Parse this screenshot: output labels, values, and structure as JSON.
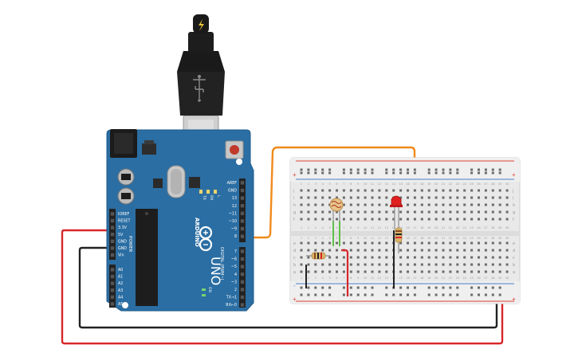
{
  "board": {
    "logo": "ARDUINO",
    "model": "UNO",
    "power_header_title": "POWER",
    "power_pins": [
      "IOREF",
      "RESET",
      "3.3V",
      "5V",
      "GND",
      "GND",
      "Vin"
    ],
    "analog_pins": [
      "A0",
      "A1",
      "A2",
      "A3",
      "A4",
      "A5"
    ],
    "digital_top_pins": [
      "AREF",
      "GND",
      "13",
      "12",
      "~11",
      "~10",
      "~9",
      "8"
    ],
    "digital_bottom_pins": [
      "7",
      "~6",
      "~5",
      "4",
      "~3",
      "2",
      "TX→1",
      "RX←0"
    ],
    "digital_header_title": "DIGITAL (PWM~)",
    "led_labels": [
      "TX",
      "RX",
      "L"
    ],
    "on_label": "ON",
    "colors": {
      "board": "#2b6ea3",
      "board_dark": "#245e8c",
      "header": "#222222"
    }
  },
  "usb": {
    "icon": "usb-plug-icon",
    "bolt_icon": "lightning-bolt-icon"
  },
  "breadboard": {
    "rail_plus": "+",
    "rail_minus": "-",
    "row_letters_top": [
      "j",
      "i",
      "h",
      "g",
      "f"
    ],
    "row_letters_bottom": [
      "e",
      "d",
      "c",
      "b",
      "a"
    ],
    "column_numbers": [
      "1",
      "2",
      "3",
      "4",
      "5",
      "6",
      "7",
      "8",
      "9",
      "10",
      "11",
      "12",
      "13",
      "14",
      "15",
      "16",
      "17",
      "18",
      "19",
      "20",
      "21",
      "22",
      "23",
      "24",
      "25",
      "26",
      "27",
      "28",
      "29",
      "30"
    ],
    "colors": {
      "body": "#e8e8e8",
      "rail_red": "#e0403a",
      "rail_blue": "#4a7fc4",
      "hole": "#6b6b6b"
    }
  },
  "components": {
    "photoresistor": {
      "icon": "photoresistor-icon"
    },
    "led": {
      "color": "#e02020",
      "icon": "led-icon"
    },
    "resistors": [
      "resistor-led",
      "resistor-ldr"
    ]
  },
  "wires": {
    "colors": {
      "red": "#d8262a",
      "black": "#222222",
      "orange": "#f08a1c",
      "green": "#5fbf4a"
    }
  }
}
